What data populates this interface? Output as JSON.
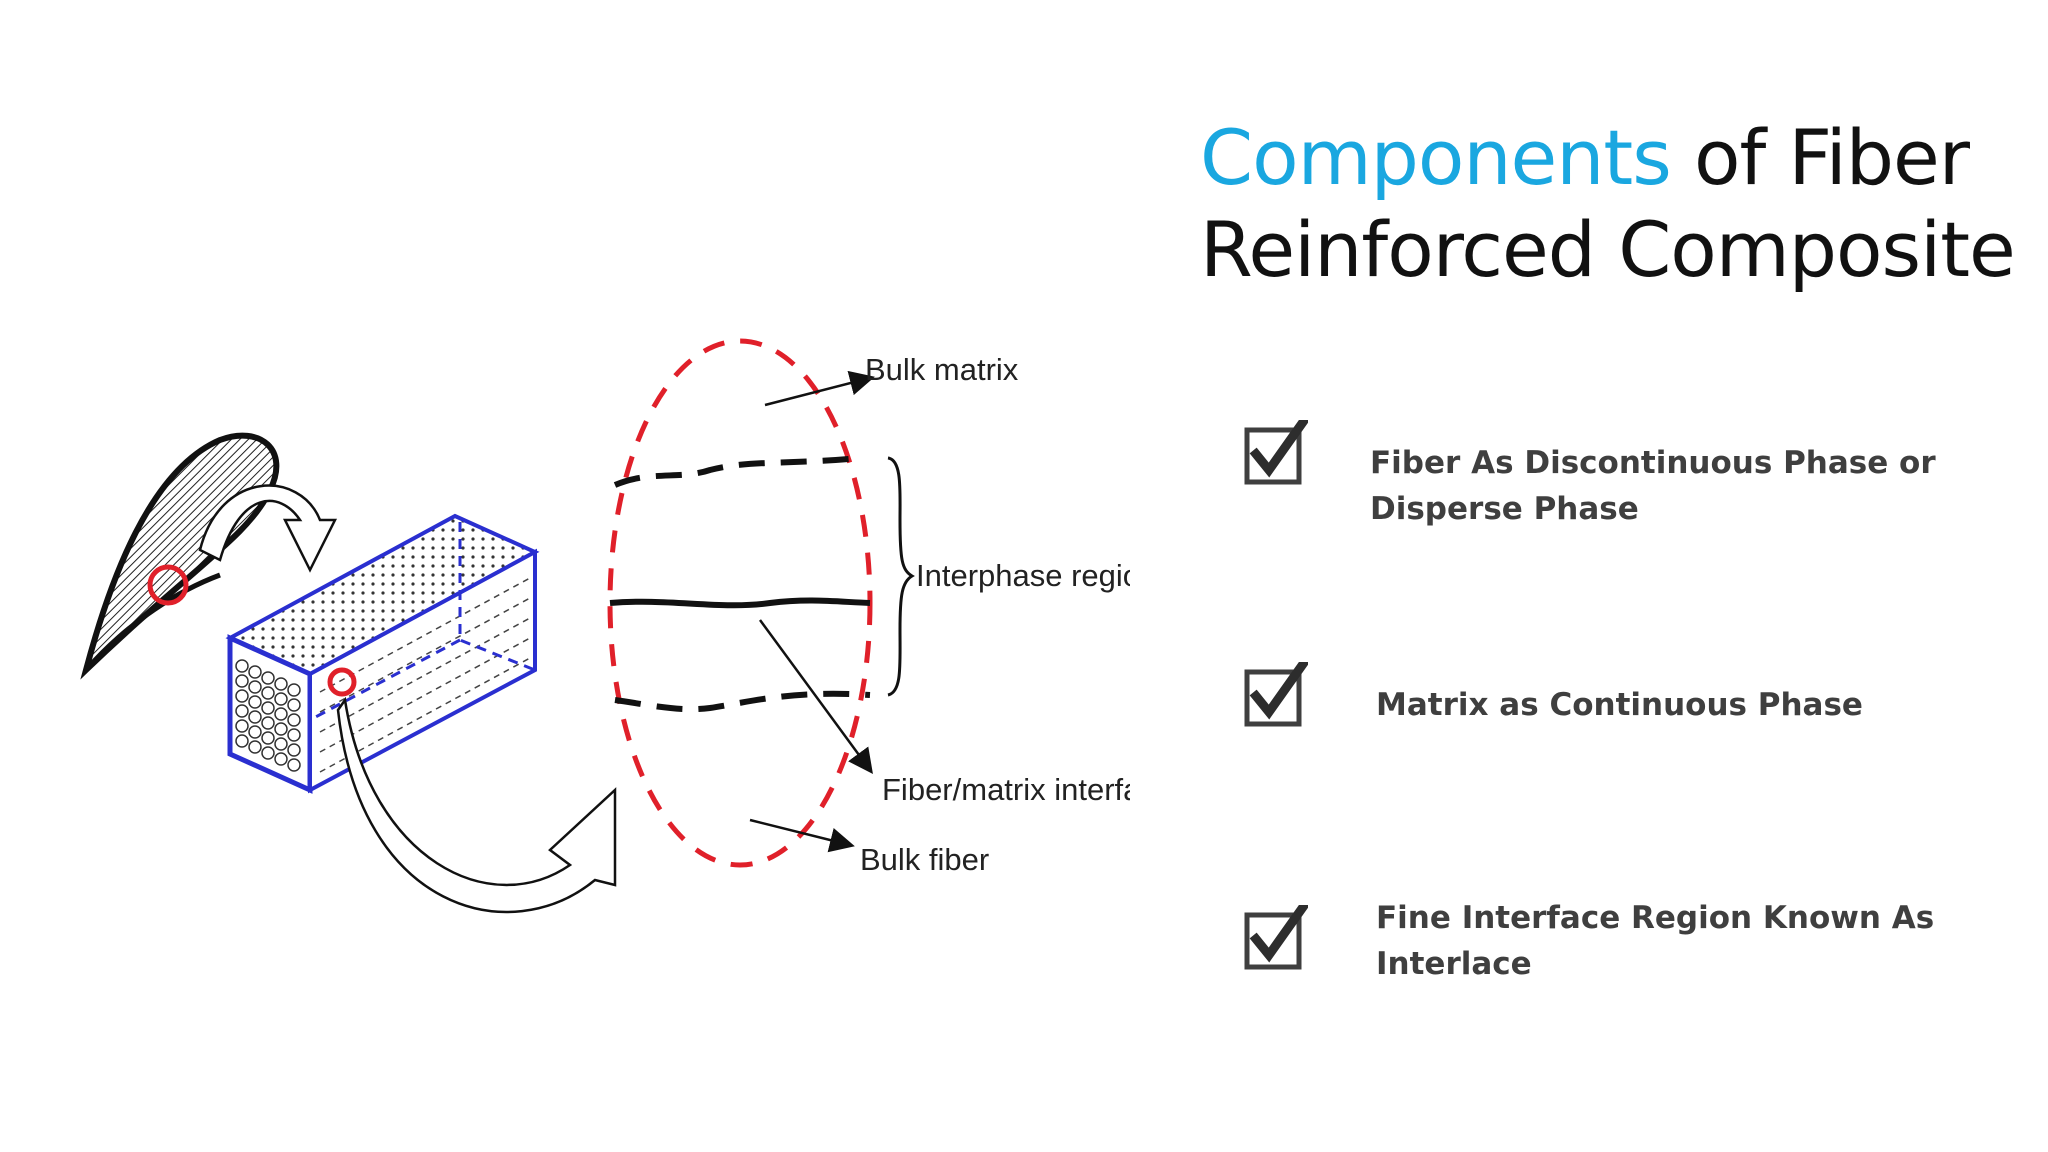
{
  "title": {
    "accent": "Components",
    "rest_line1": " of Fiber",
    "line2": "Reinforced Composite"
  },
  "bullets": [
    {
      "icon": "checked-box-icon",
      "text": "Fiber As Discontinuous Phase or Disperse Phase"
    },
    {
      "icon": "checked-box-icon",
      "text": "Matrix as Continuous Phase"
    },
    {
      "icon": "checked-box-icon",
      "text": "Fine Interface Region Known As Interlace"
    }
  ],
  "diagram": {
    "labels": {
      "bulk_matrix": "Bulk matrix",
      "interphase_region": "Interphase region",
      "fiber_matrix_interface": "Fiber/matrix interface",
      "bulk_fiber": "Bulk fiber"
    }
  },
  "colors": {
    "accent": "#1aa7e0",
    "title": "#111111",
    "bullet_text": "#3f3f3f",
    "composite_block": "#2a2fd0",
    "highlight_circle": "#e0202a"
  }
}
